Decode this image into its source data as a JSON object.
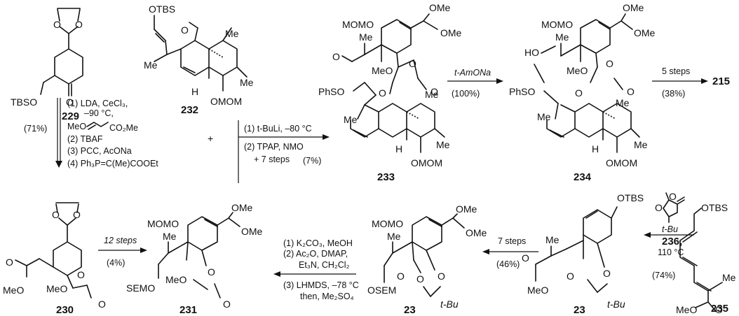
{
  "compounds": {
    "c229": "229",
    "c232": "232",
    "c233": "233",
    "c234": "234",
    "c215": "215",
    "c230": "230",
    "c231": "231",
    "c23a": "23",
    "c23b": "23",
    "c235": "235",
    "c236": "236"
  },
  "atoms": {
    "tbso": "TBSO",
    "otbs": "OTBS",
    "o": "O",
    "me": "Me",
    "ome": "OMe",
    "meo": "MeO",
    "mom_o": "MOMO",
    "omom": "OMOM",
    "h": "H",
    "phso2": "PhSO",
    "ho": "HO",
    "semo": "SEMO",
    "osem": "OSEM",
    "tbu": "t-Bu",
    "plus": "+"
  },
  "step1": {
    "yield": "(71%)",
    "l1": "(1) LDA, CeCl₃,",
    "l2": "–90 °C,",
    "l3a": "MeO",
    "l3b": "CO₂Me",
    "l4": "(2) TBAF",
    "l5": "(3) PCC, AcONa",
    "l6": "(4) Ph₃P=C(Me)COOEt"
  },
  "step2": {
    "l1": "(1) t-BuLi, –80 °C",
    "l2": "(2) TPAP, NMO",
    "l3": "+ 7 steps",
    "yield": "(7%)"
  },
  "step3": {
    "reagent": "t-AmONa",
    "yield": "(100%)"
  },
  "step4": {
    "reagent": "5 steps",
    "yield": "(38%)"
  },
  "step5": {
    "reagent": "12 steps",
    "yield": "(4%)"
  },
  "step6": {
    "l1": "(1) K₂CO₃, MeOH",
    "l2": "(2) Ac₂O, DMAP,",
    "l3": "Et₃N, CH₂Cl₂",
    "l4": "(3) LHMDS, –78 °C",
    "l5": "then, Me₂SO₄"
  },
  "step7": {
    "reagent": "7 steps",
    "yield": "(46%)"
  },
  "step8": {
    "reagent1": "t-Bu",
    "reagent2": "236,",
    "temp": "110 °C",
    "yield": "(74%)"
  }
}
